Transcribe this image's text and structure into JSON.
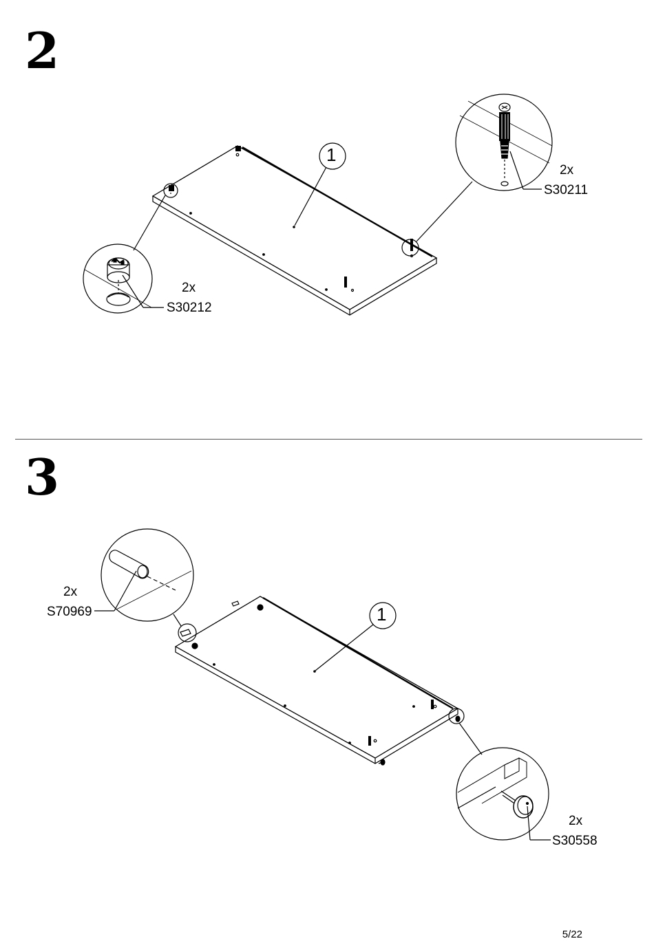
{
  "page_number": "5/22",
  "steps": [
    {
      "number": "2",
      "part_label": "1",
      "callouts": [
        {
          "qty": "2x",
          "code": "S30211"
        },
        {
          "qty": "2x",
          "code": "S30212"
        }
      ]
    },
    {
      "number": "3",
      "part_label": "1",
      "callouts": [
        {
          "qty": "2x",
          "code": "S70969"
        },
        {
          "qty": "2x",
          "code": "S30558"
        }
      ]
    }
  ]
}
